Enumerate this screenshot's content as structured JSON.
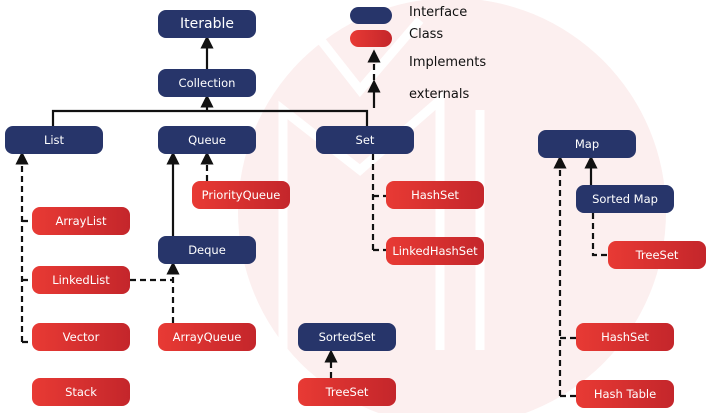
{
  "legend": {
    "interface": "Interface",
    "class": "Class",
    "implements": "Implements",
    "externals": "externals"
  },
  "colors": {
    "interface": "#27356a",
    "class": "#e0312f"
  },
  "nodes": {
    "iterable": "Iterable",
    "collection": "Collection",
    "list": "List",
    "queue": "Queue",
    "set": "Set",
    "map": "Map",
    "sorted_map": "Sorted Map",
    "treeset_map": "TreeSet",
    "hashset_map": "HashSet",
    "hash_table": "Hash Table",
    "arraylist": "ArrayList",
    "linkedlist": "LinkedList",
    "vector": "Vector",
    "stack": "Stack",
    "priorityqueue": "PriorityQueue",
    "deque": "Deque",
    "arrayqueue": "ArrayQueue",
    "hashset": "HashSet",
    "linkedhashset": "LinkedHashSet",
    "sortedset": "SortedSet",
    "treeset": "TreeSet"
  }
}
